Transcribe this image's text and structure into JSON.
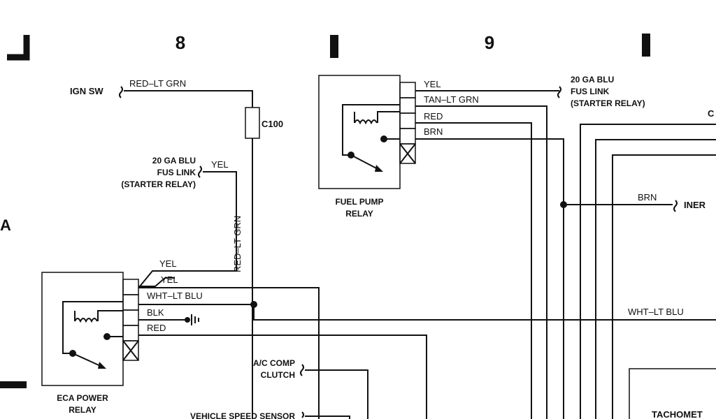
{
  "section_numbers": {
    "left": "8",
    "right": "9"
  },
  "ign_sw": {
    "label": "IGN SW",
    "wire": "RED–LT GRN"
  },
  "connector_c100": "C100",
  "fuse_link_left": {
    "line1": "20 GA BLU",
    "line2": "FUS LINK",
    "line3": "(STARTER RELAY)",
    "wire": "YEL"
  },
  "vertical_wire_label": "RED–LT GRN",
  "fuel_pump_relay": {
    "name_line1": "FUEL PUMP",
    "name_line2": "RELAY",
    "pins": [
      "YEL",
      "TAN–LT GRN",
      "RED",
      "BRN"
    ]
  },
  "fuse_link_right": {
    "line1": "20 GA BLU",
    "line2": "FUS LINK",
    "line3": "(STARTER RELAY)"
  },
  "eca_power_relay": {
    "name_line1": "ECA POWER",
    "name_line2": "RELAY",
    "pins": [
      "YEL",
      "WHT–LT BLU",
      "BLK",
      "RED"
    ],
    "extra_wire": "YEL"
  },
  "brn_inertia": {
    "wire": "BRN",
    "label": "INER"
  },
  "wht_lt_blu_right": "WHT–LT BLU",
  "ac_comp_clutch": {
    "line1": "A/C COMP",
    "line2": "CLUTCH"
  },
  "vehicle_speed_sensor": "VEHICLE SPEED SENSOR",
  "tachometer": "TACHOMET",
  "right_edge_fragment": "C",
  "left_edge_fragment": "A"
}
